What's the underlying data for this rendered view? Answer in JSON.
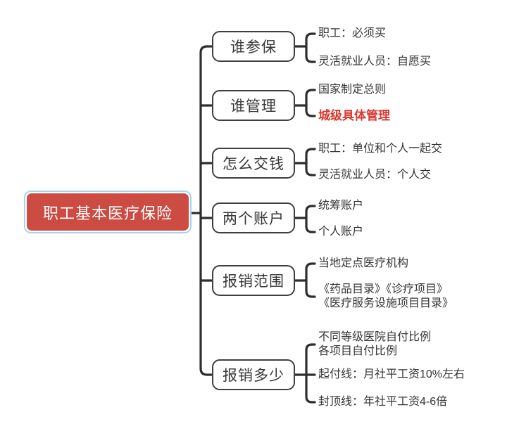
{
  "root": {
    "label": "职工基本医疗保险"
  },
  "branches": [
    {
      "label": "谁参保",
      "children": [
        {
          "text": "职工：必须买"
        },
        {
          "text": "灵活就业人员：自愿买"
        }
      ]
    },
    {
      "label": "谁管理",
      "children": [
        {
          "text": "国家制定总则"
        },
        {
          "text": "城级具体管理",
          "emphasis": true
        }
      ]
    },
    {
      "label": "怎么交钱",
      "children": [
        {
          "text": "职工：单位和个人一起交"
        },
        {
          "text": "灵活就业人员：个人交"
        }
      ]
    },
    {
      "label": "两个账户",
      "children": [
        {
          "text": "统筹账户"
        },
        {
          "text": "个人账户"
        }
      ]
    },
    {
      "label": "报销范围",
      "children": [
        {
          "text": "当地定点医疗机构"
        },
        {
          "text": "《药品目录》《诊疗项目》\n《医疗服务设施项目目录》"
        }
      ]
    },
    {
      "label": "报销多少",
      "children": [
        {
          "text": "不同等级医院自付比例\n各项目自付比例"
        },
        {
          "text": "起付线：月社平工资10%左右"
        },
        {
          "text": "封顶线：年社平工资4-6倍"
        }
      ]
    }
  ],
  "colors": {
    "root_background": "#cc4b43",
    "root_text": "#ffffff",
    "selection_border": "#a6d4ef",
    "branch_border": "#3f3f3f",
    "connector": "#2d2d2d",
    "leaf_text": "#343434",
    "emphasis_text": "#d9382f",
    "canvas_background": "#ffffff"
  }
}
